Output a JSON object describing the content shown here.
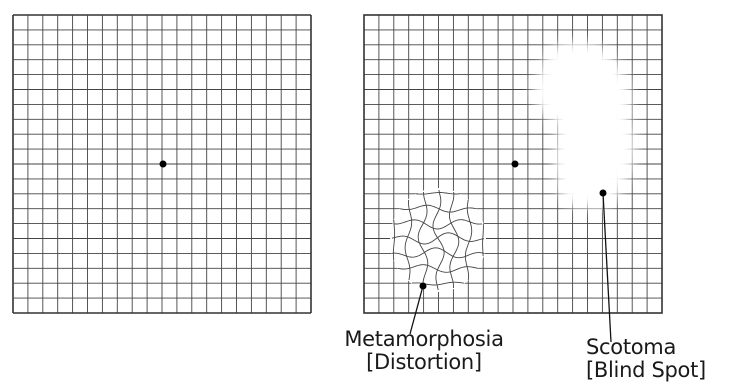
{
  "grids": {
    "normal": {
      "title": ""
    },
    "affected": {
      "title": ""
    }
  },
  "labels": {
    "metamorphosia": {
      "line1": "Metamorphosia",
      "line2": "[Distortion]"
    },
    "scotoma": {
      "line1": "Scotoma",
      "line2": "[Blind Spot]"
    }
  },
  "colors": {
    "grid_line": "#444444",
    "background": "#ffffff",
    "dot": "#000000"
  }
}
